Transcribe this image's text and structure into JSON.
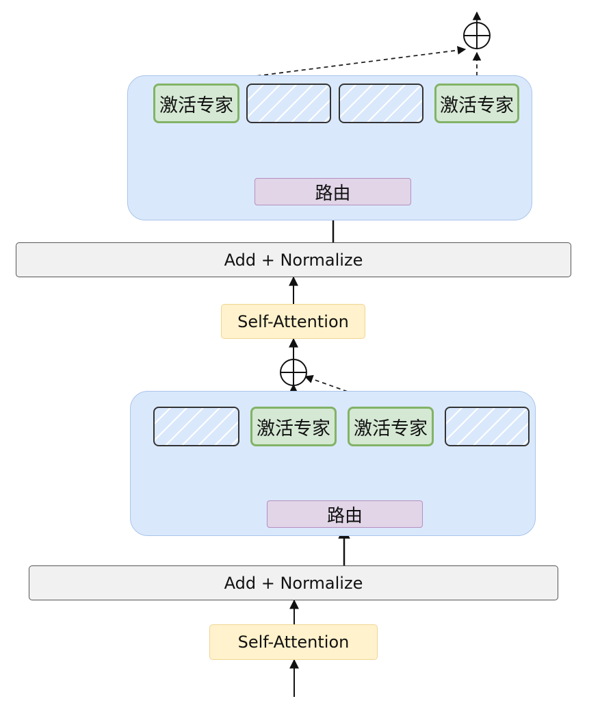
{
  "diagram": {
    "upper_block": {
      "experts": [
        {
          "label": "激活专家",
          "state": "active"
        },
        {
          "label": "",
          "state": "inactive"
        },
        {
          "label": "",
          "state": "inactive"
        },
        {
          "label": "激活专家",
          "state": "active"
        }
      ],
      "router_label": "路由",
      "add_normalize_label": "Add + Normalize",
      "self_attention_label": "Self-Attention"
    },
    "lower_block": {
      "experts": [
        {
          "label": "",
          "state": "inactive"
        },
        {
          "label": "激活专家",
          "state": "active"
        },
        {
          "label": "激活专家",
          "state": "active"
        },
        {
          "label": "",
          "state": "inactive"
        }
      ],
      "router_label": "路由",
      "add_normalize_label": "Add + Normalize",
      "self_attention_label": "Self-Attention"
    },
    "sum_symbol": "⊕",
    "colors": {
      "panel_fill": "#dae8fc",
      "expert_active_fill": "#d5e8d4",
      "expert_active_border": "#82b366",
      "router_fill": "#e1d5e7",
      "add_normalize_fill": "#f1f1f1",
      "self_attention_fill": "#fff2cc"
    }
  }
}
